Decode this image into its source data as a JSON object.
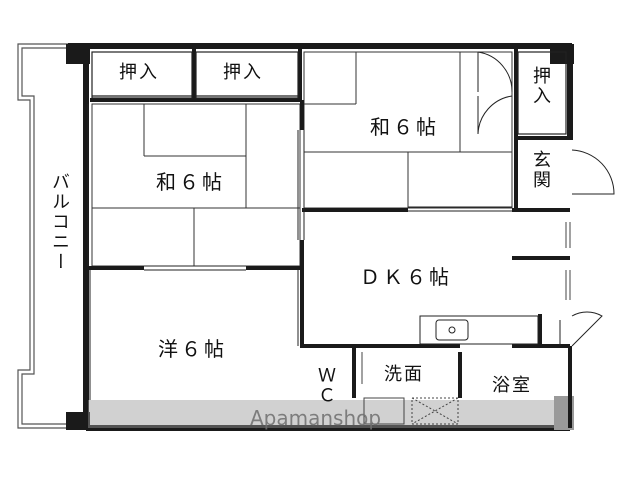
{
  "rooms": {
    "balcony": "バルコニー",
    "closet_left": "押入",
    "closet_mid": "押入",
    "closet_right": "押入",
    "washitsu_left": "和６帖",
    "washitsu_right": "和６帖",
    "entrance": "玄関",
    "dk": "ＤＫ６帖",
    "yoshitsu": "洋６帖",
    "wc": "ＷＣ",
    "washroom": "洗面",
    "bathroom": "浴室"
  },
  "watermark": "Apamanshop"
}
